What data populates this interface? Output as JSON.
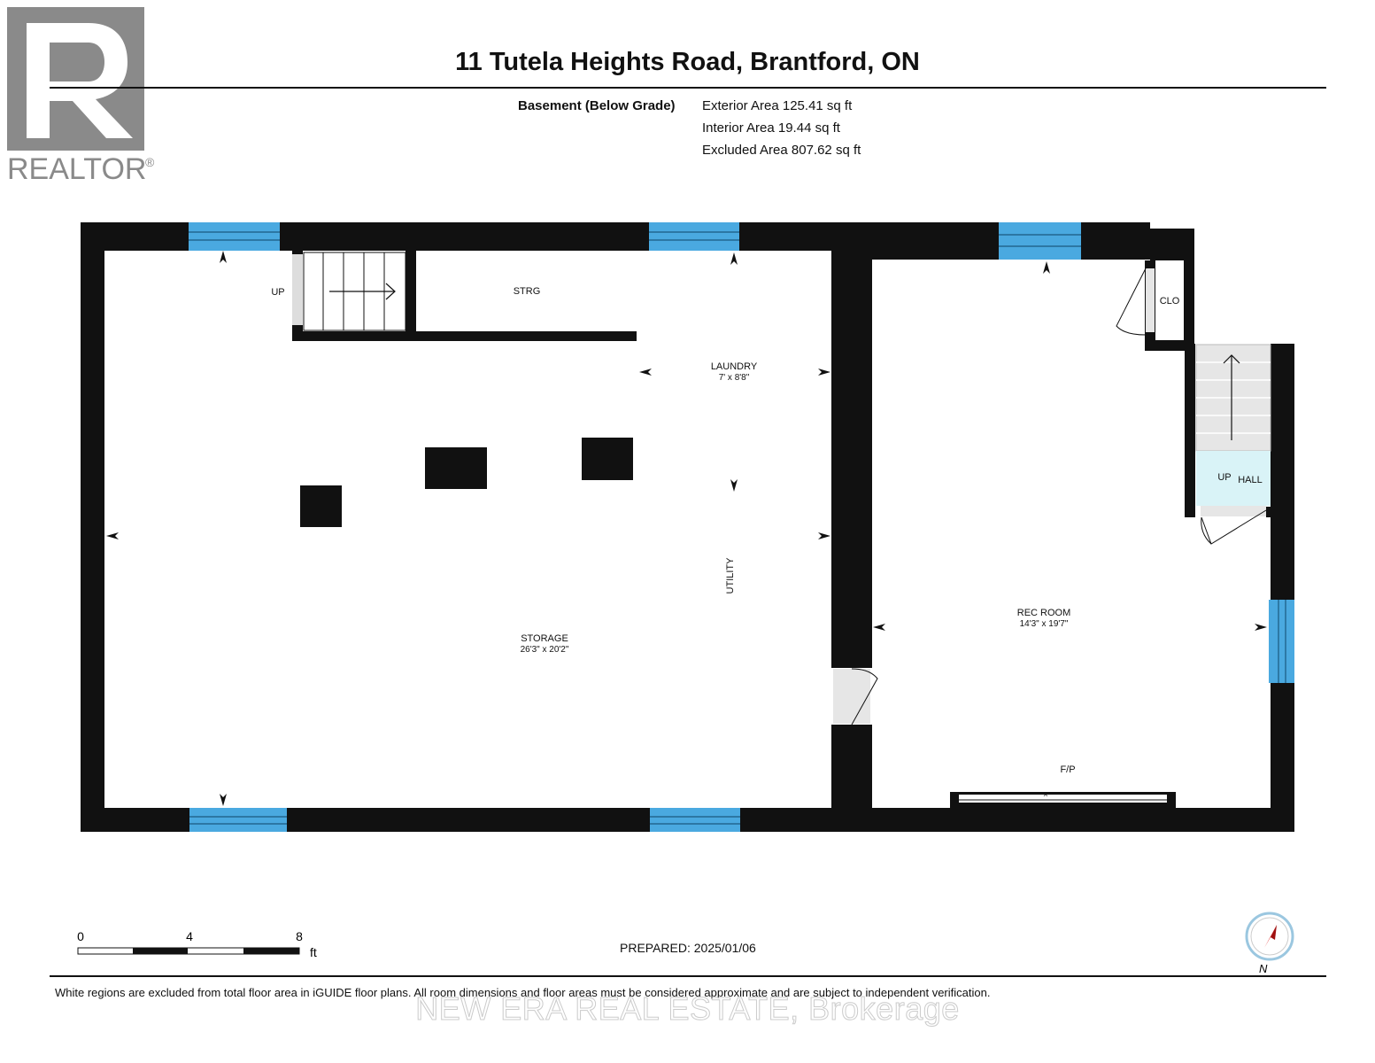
{
  "branding": {
    "logo_text": "REALTOR",
    "logo_mark": "®",
    "brokerage_watermark": "NEW ERA REAL ESTATE, Brokerage"
  },
  "header": {
    "title": "11 Tutela Heights Road, Brantford, ON",
    "floor_label": "Basement (Below Grade)",
    "areas": [
      "Exterior Area 125.41 sq ft",
      "Interior Area 19.44 sq ft",
      "Excluded Area 807.62 sq ft"
    ]
  },
  "rooms": {
    "storage": {
      "name": "STORAGE",
      "dims": "26'3\" x 20'2\""
    },
    "laundry": {
      "name": "LAUNDRY",
      "dims": "7' x 8'8\""
    },
    "rec_room": {
      "name": "REC ROOM",
      "dims": "14'3\" x 19'7\""
    },
    "strg": "STRG",
    "utility": "UTILITY",
    "clo": "CLO",
    "hall": "HALL",
    "up_left": "UP",
    "up_right": "UP",
    "fp": "F/P"
  },
  "scale_bar": {
    "ticks": [
      "0",
      "4",
      "8"
    ],
    "unit": "ft"
  },
  "footer": {
    "prepared": "PREPARED: 2025/01/06",
    "disclaimer": "White regions are excluded from total floor area in iGUIDE floor plans. All room dimensions and floor areas must be considered approximate and are subject to independent verification."
  },
  "compass": {
    "label": "N"
  },
  "colors": {
    "wall": "#111111",
    "window": "#4aa9e0",
    "hall_fill": "#d9f3f7",
    "stairs_fill": "#e6e6e6",
    "logo_gray": "#8a8a8a"
  }
}
